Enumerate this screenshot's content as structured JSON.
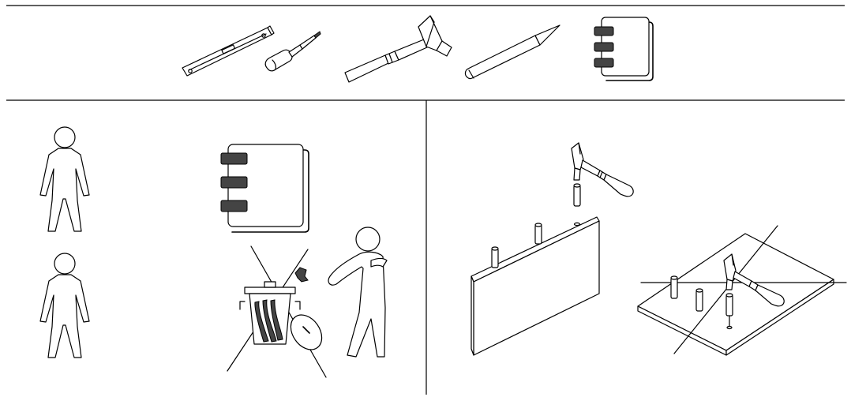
{
  "diagram": {
    "sections": [
      {
        "id": "tools"
      },
      {
        "id": "preparation"
      },
      {
        "id": "assembly"
      }
    ],
    "tools": [
      {
        "icon": "spirit-level-icon"
      },
      {
        "icon": "screwdriver-icon"
      },
      {
        "icon": "hammer-icon"
      },
      {
        "icon": "pencil-icon"
      },
      {
        "icon": "manual-icon"
      }
    ],
    "steps": [
      {
        "icon": "two-persons-icon"
      },
      {
        "icon": "keep-manual-icon"
      },
      {
        "icon": "do-not-dispose-icon"
      },
      {
        "icon": "insert-dowels-panel-icon"
      },
      {
        "icon": "insert-dowels-board-icon"
      }
    ],
    "colors": {
      "line": "#000000",
      "fill": "#ffffff",
      "dark": "#444444"
    }
  }
}
